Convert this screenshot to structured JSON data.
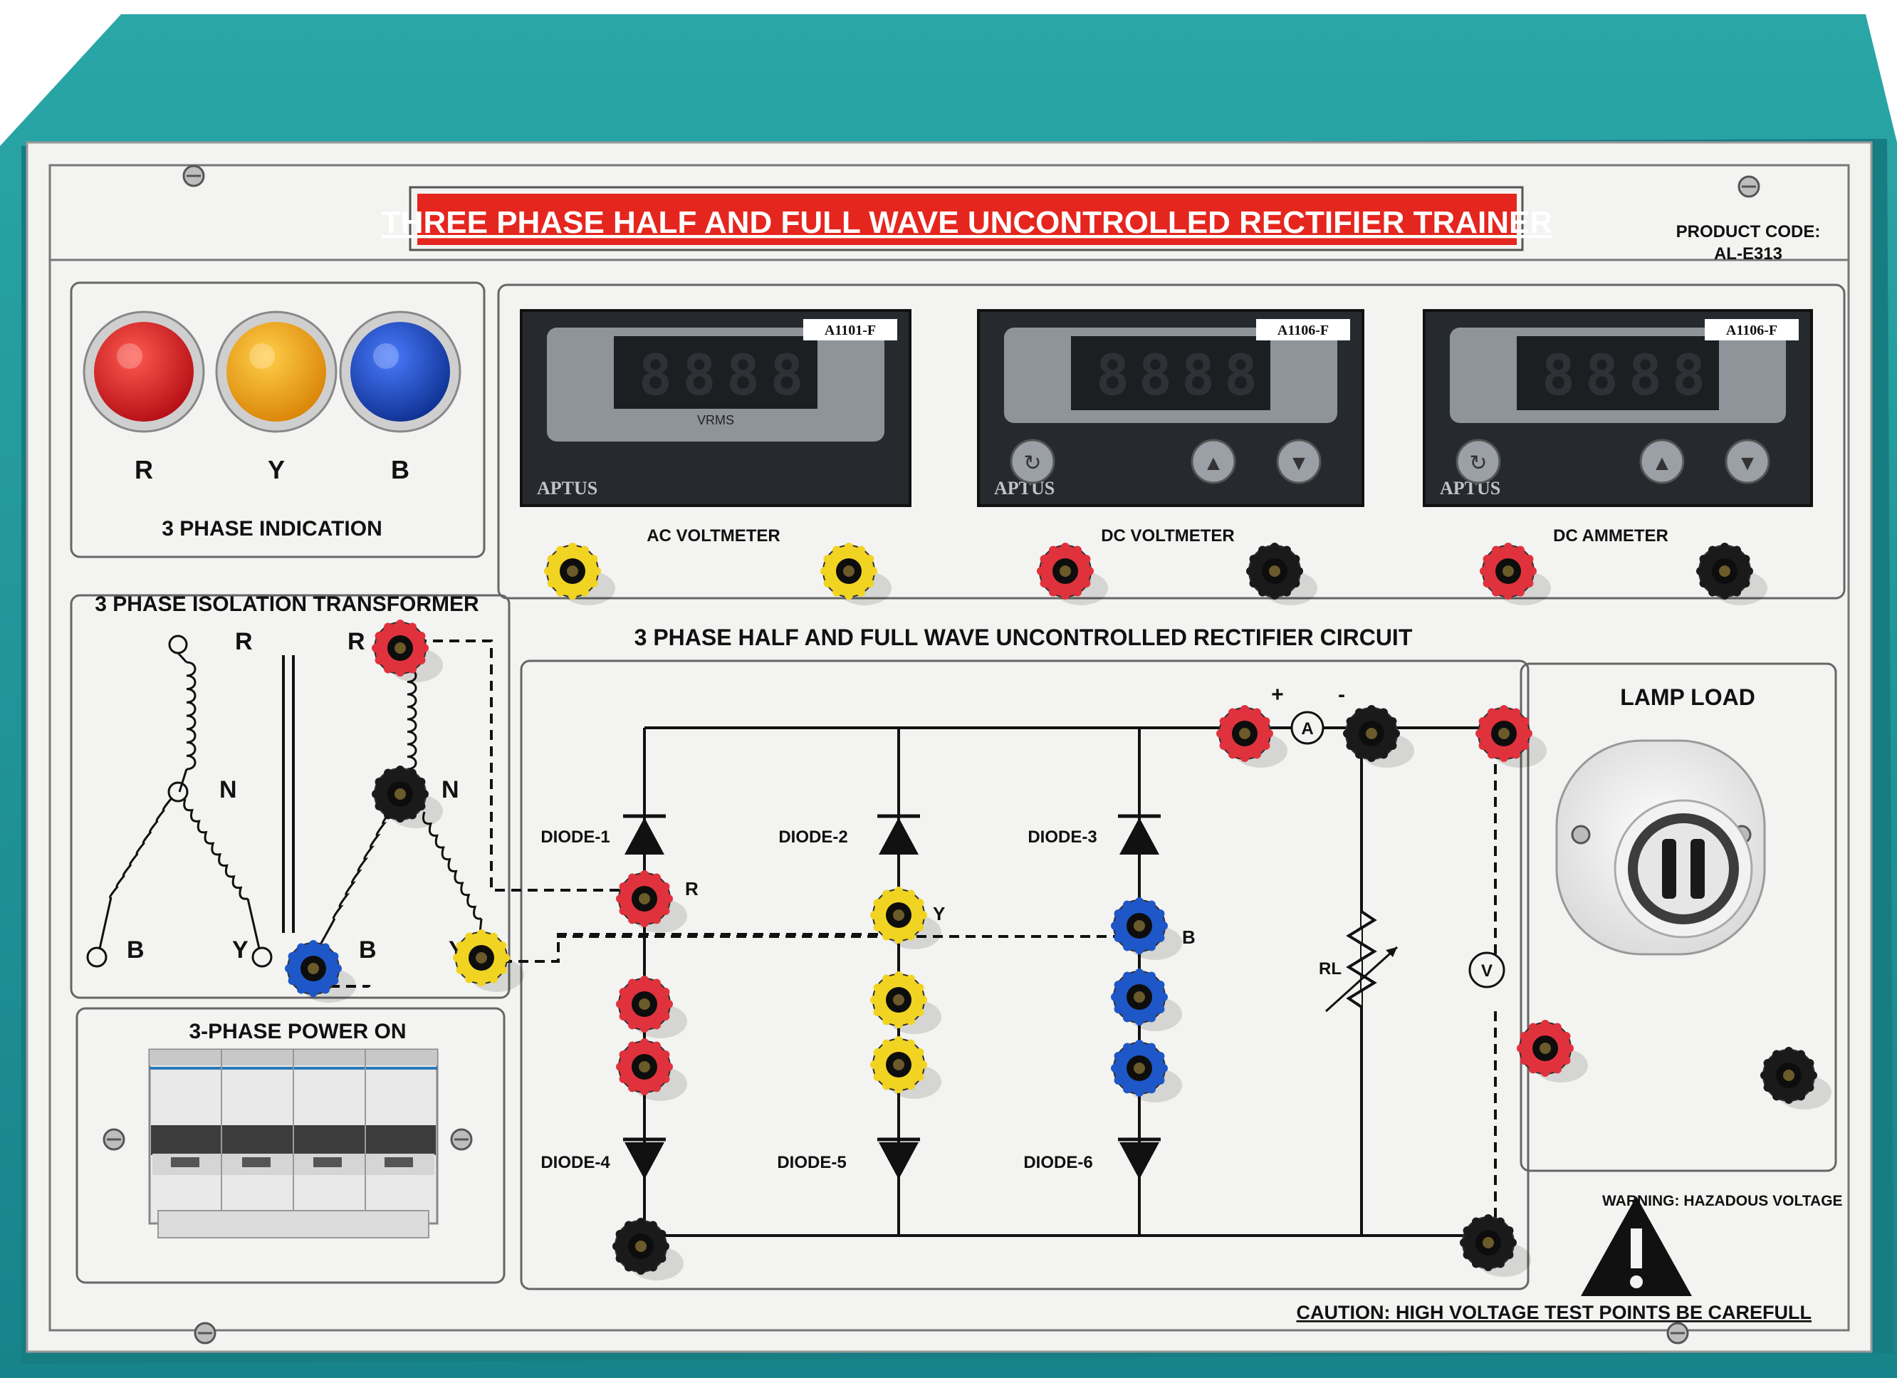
{
  "panel": {
    "title": "THREE PHASE HALF AND FULL WAVE UNCONTROLLED RECTIFIER TRAINER",
    "product_code_label": "PRODUCT CODE:",
    "product_code": "AL-E313",
    "circuit_title": "3 PHASE HALF AND FULL WAVE UNCONTROLLED RECTIFIER CIRCUIT",
    "caution": "CAUTION: HIGH VOLTAGE  TEST POINTS  BE CAREFULL",
    "warning": "WARNING: HAZADOUS VOLTAGE"
  },
  "indication": {
    "title": "3 PHASE INDICATION",
    "lamps": [
      {
        "label": "R",
        "color": "#d8141c"
      },
      {
        "label": "Y",
        "color": "#f2a20c"
      },
      {
        "label": "B",
        "color": "#1b49c4"
      }
    ]
  },
  "meters": [
    {
      "model": "A1101-F",
      "name": "AC VOLTMETER",
      "unit": "VRMS",
      "brand": "APTUS",
      "has_buttons": false,
      "terminals": [
        "yellow",
        "yellow"
      ]
    },
    {
      "model": "A1106-F",
      "name": "DC VOLTMETER",
      "unit": "",
      "brand": "APTUS",
      "has_buttons": true,
      "terminals": [
        "red",
        "black"
      ]
    },
    {
      "model": "A1106-F",
      "name": "DC AMMETER",
      "unit": "",
      "brand": "APTUS",
      "has_buttons": true,
      "terminals": [
        "red",
        "black"
      ]
    }
  ],
  "transformer": {
    "title": "3 PHASE ISOLATION TRANSFORMER",
    "primary": [
      "R",
      "N",
      "B",
      "Y"
    ],
    "secondary": [
      "R",
      "N",
      "B",
      "Y"
    ]
  },
  "power": {
    "title": "3-PHASE POWER ON"
  },
  "circuit": {
    "diodes_top": [
      "DIODE-1",
      "DIODE-2",
      "DIODE-3"
    ],
    "diodes_bottom": [
      "DIODE-4",
      "DIODE-5",
      "DIODE-6"
    ],
    "phase_labels": [
      "R",
      "Y",
      "B"
    ],
    "ammeter_symbol": "A",
    "voltmeter_symbol": "V",
    "plus": "+",
    "minus": "-",
    "load_label": "RL"
  },
  "lamp_load": {
    "title": "LAMP LOAD"
  },
  "colors": {
    "case_teal": "#1f9a9c",
    "panel_white": "#f3f3f1",
    "banner_red": "#e5261f",
    "red": "#e0323d",
    "yellow": "#f1d422",
    "blue": "#1e57c8",
    "black": "#1a1a1a"
  }
}
